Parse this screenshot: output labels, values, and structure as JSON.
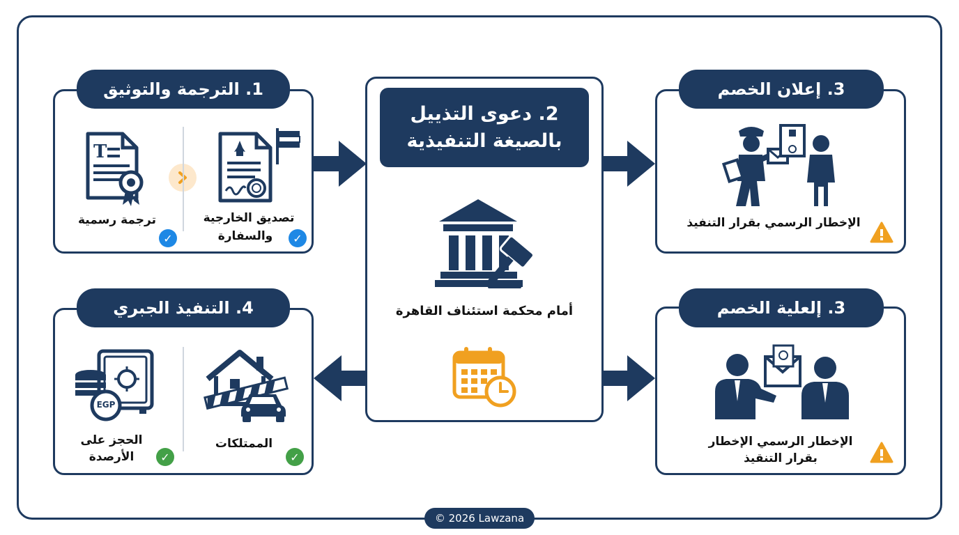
{
  "step1": {
    "title": "1. الترجمة والتوثيق",
    "left_label": "ترجمة رسمية",
    "right_label_line1": "تصديق الخارجية",
    "right_label_line2": "والسفارة"
  },
  "step2": {
    "title_line1": "2. دعوى التذييل",
    "title_line2": "بالصيغة التنفيذية",
    "court_label": "أمام محكمة استئناف القاهرة"
  },
  "step3_top": {
    "title": "3. إعلان الخصم",
    "label": "الإخطار الرسمي بقرار التنفيذ"
  },
  "step3_bottom": {
    "title": "3. إلعلية الخصم",
    "label_line1": "الإخطار الرسمي الإخطار",
    "label_line2": "بقرار التنقيذ"
  },
  "step4": {
    "title": "4. التنفيذ الجبري",
    "left_label_line1": "الحجز على",
    "left_label_line2": "الأرصدة",
    "right_label": "الممتلكات",
    "coin_text": "EGP"
  },
  "footer": "© 2026 Lawzana",
  "colors": {
    "navy": "#1e3a5f",
    "orange": "#f0a020",
    "blue_check": "#1e88e5",
    "green_check": "#43a047"
  }
}
